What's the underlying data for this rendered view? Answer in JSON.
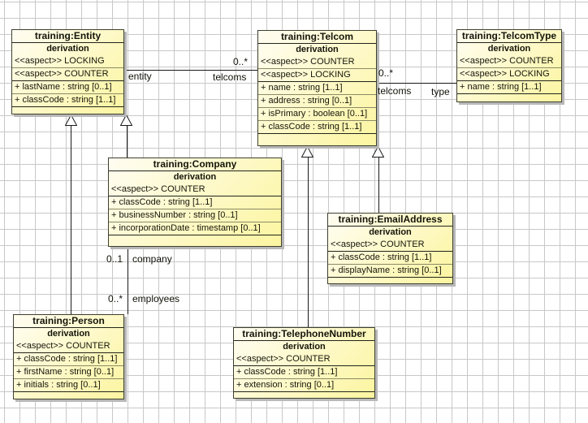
{
  "diagram": {
    "background": "#ffffff",
    "grid_color": "#c8c8c8",
    "box_fill_start": "#fffdf2",
    "box_fill_end": "#fcf5a0",
    "box_border": "#3f3f2e",
    "shadow_color": "#b8b8b8",
    "line_color": "#1a1a1a"
  },
  "classes": [
    {
      "title": "training:Entity",
      "stereotype": "derivation",
      "aspects": [
        "<<aspect>> LOCKING",
        "<<aspect>> COUNTER"
      ],
      "attributes": [
        "+ lastName : string [0..1]",
        "+ classCode : string [1..1]"
      ]
    },
    {
      "title": "training:Telcom",
      "stereotype": "derivation",
      "aspects": [
        "<<aspect>> COUNTER",
        "<<aspect>> LOCKING"
      ],
      "attributes": [
        "+ name : string [1..1]",
        "+ address : string [0..1]",
        "+ isPrimary : boolean [0..1]",
        "+ classCode : string [1..1]"
      ]
    },
    {
      "title": "training:TelcomType",
      "stereotype": "derivation",
      "aspects": [
        "<<aspect>> COUNTER",
        "<<aspect>> LOCKING"
      ],
      "attributes": [
        "+ name : string [1..1]"
      ]
    },
    {
      "title": "training:Company",
      "stereotype": "derivation",
      "aspects": [
        "<<aspect>> COUNTER"
      ],
      "attributes": [
        "+ classCode : string [1..1]",
        "+ businessNumber : string [0..1]",
        "+ incorporationDate : timestamp [0..1]"
      ]
    },
    {
      "title": "training:EmailAddress",
      "stereotype": "derivation",
      "aspects": [
        "<<aspect>> COUNTER"
      ],
      "attributes": [
        "+ classCode : string [1..1]",
        "+ displayName : string [0..1]"
      ]
    },
    {
      "title": "training:Person",
      "stereotype": "derivation",
      "aspects": [
        "<<aspect>> COUNTER"
      ],
      "attributes": [
        "+ classCode : string [1..1]",
        "+ firstName : string [0..1]",
        "+ initials : string [0..1]"
      ]
    },
    {
      "title": "training:TelephoneNumber",
      "stereotype": "derivation",
      "aspects": [
        "<<aspect>> COUNTER"
      ],
      "attributes": [
        "+ classCode : string [1..1]",
        "+ extension : string [0..1]"
      ]
    }
  ],
  "associations": {
    "entity_telcoms": {
      "source_role": "entity",
      "target_multiplicity": "0..*",
      "target_role": "telcoms"
    },
    "telcoms_type": {
      "source_multiplicity": "0..*",
      "source_role": "telcoms",
      "target_role": "type"
    },
    "company_employees": {
      "source_multiplicity": "0..1",
      "source_role": "company",
      "target_multiplicity": "0..*",
      "target_role": "employees"
    }
  }
}
